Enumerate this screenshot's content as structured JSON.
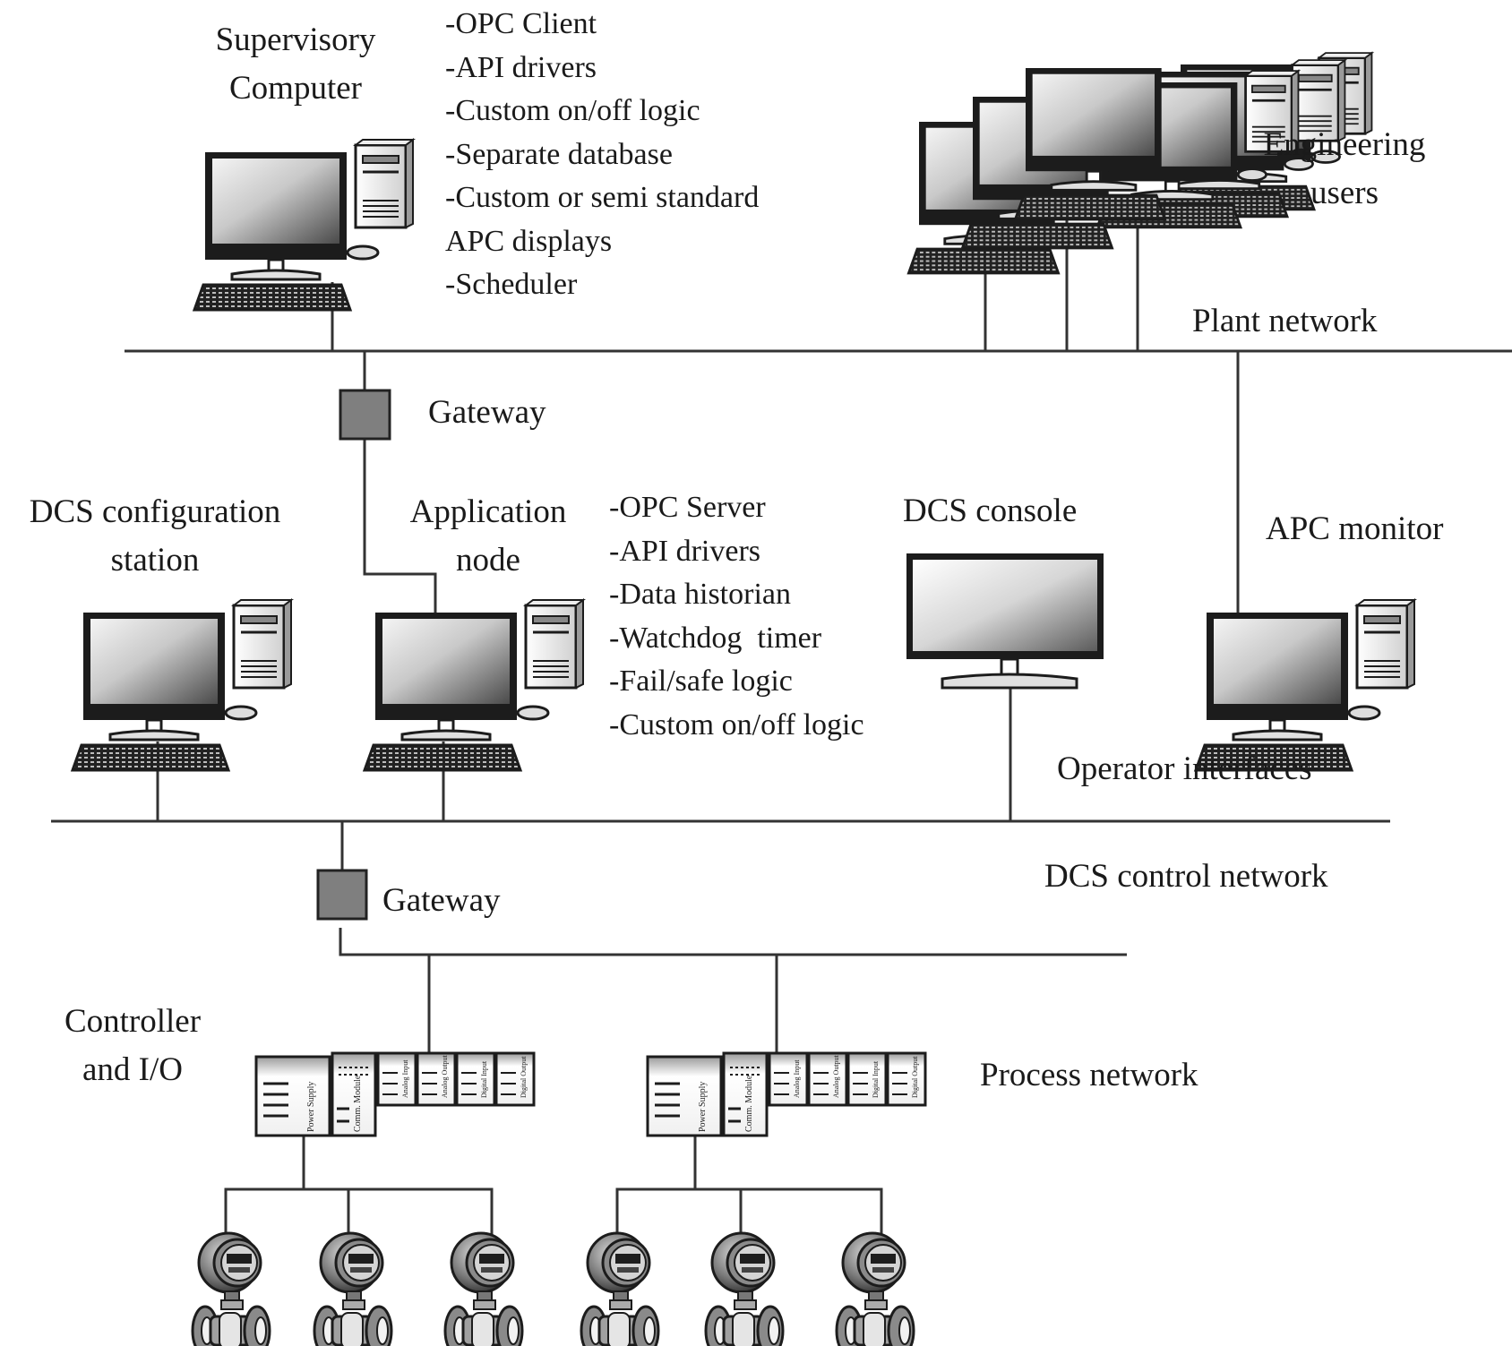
{
  "nodes": {
    "supervisory": {
      "label": [
        "Supervisory",
        "Computer"
      ],
      "features": [
        "-OPC Client",
        "-API drivers",
        "-Custom on/off logic",
        "-Separate database",
        "-Custom or semi standard",
        "APC displays",
        "-Scheduler"
      ]
    },
    "engineering": {
      "label": [
        "Engineering",
        "users"
      ]
    },
    "plant_network": {
      "label": "Plant network"
    },
    "gateway_upper": {
      "label": "Gateway"
    },
    "dcs_config": {
      "label": [
        "DCS configuration",
        "station"
      ]
    },
    "application_node": {
      "label": [
        "Application",
        "node"
      ],
      "features": [
        "-OPC Server",
        "-API drivers",
        "-Data historian",
        "-Watchdog  timer",
        "-Fail/safe logic",
        "-Custom on/off logic"
      ]
    },
    "dcs_console": {
      "label": "DCS console"
    },
    "apc_monitor": {
      "label": "APC monitor"
    },
    "operator_interfaces": {
      "label": "Operator interfaces"
    },
    "dcs_control_network": {
      "label": "DCS control network"
    },
    "gateway_lower": {
      "label": "Gateway"
    },
    "controller_io": {
      "label": [
        "Controller",
        "and I/O"
      ]
    },
    "process_network": {
      "label": "Process network"
    }
  },
  "rack_modules": [
    "Power Supply",
    "Comm. Module",
    "Analog Input",
    "Analog Output",
    "Digital Input",
    "Digital Output"
  ],
  "colors": {
    "line": "#333333",
    "gateway": "#7f7f7f",
    "device_dark": "#1e1e1e",
    "screen_light": "#f2f2f2",
    "screen_dark": "#555555"
  }
}
